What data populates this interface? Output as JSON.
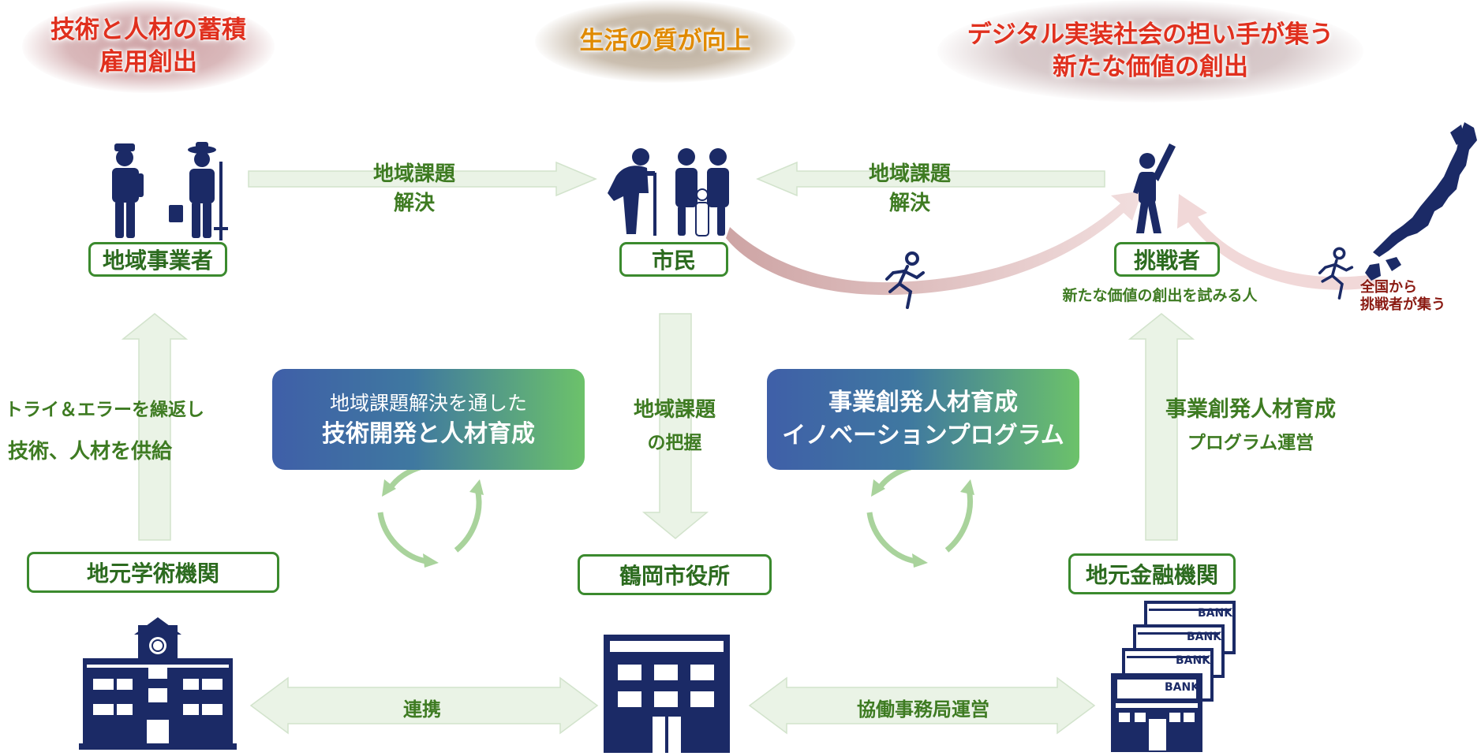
{
  "goals": {
    "left": {
      "line1": "技術と人材の蓄積",
      "line2": "雇用創出"
    },
    "center": {
      "line1": "生活の質が向上"
    },
    "right": {
      "line1": "デジタル実装社会の担い手が集う",
      "line2": "新たな価値の創出"
    }
  },
  "actors": {
    "business": "地域事業者",
    "citizens": "市民",
    "challengers": "挑戦者",
    "academic": "地元学術機関",
    "city_office": "鶴岡市役所",
    "finance": "地元金融機関"
  },
  "flows": {
    "top_left_line1": "地域課題",
    "top_left_line2": "解決",
    "top_right_line1": "地域課題",
    "top_right_line2": "解決",
    "left_vertical_line1": "トライ＆エラーを繰返し",
    "left_vertical_line2": "技術、人材を供給",
    "center_vertical_line1": "地域課題",
    "center_vertical_line2": "の把握",
    "right_vertical_line1": "事業創発人材育成",
    "right_vertical_line2": "プログラム運営",
    "bottom_left": "連携",
    "bottom_right": "協働事務局運営"
  },
  "programs": {
    "left_line1": "地域課題解決を通した",
    "left_line2": "技術開発と人材育成",
    "right_line1": "事業創発人材育成",
    "right_line2": "イノベーションプログラム"
  },
  "challenger_caption": "新たな価値の創出を試みる人",
  "nationwide_line1": "全国から",
  "nationwide_line2": "挑戦者が集う",
  "bank_label": "BANK",
  "colors": {
    "navy": "#1b2a66",
    "green": "#3e7b22",
    "red": "#e0301e",
    "orange": "#e08a00"
  }
}
